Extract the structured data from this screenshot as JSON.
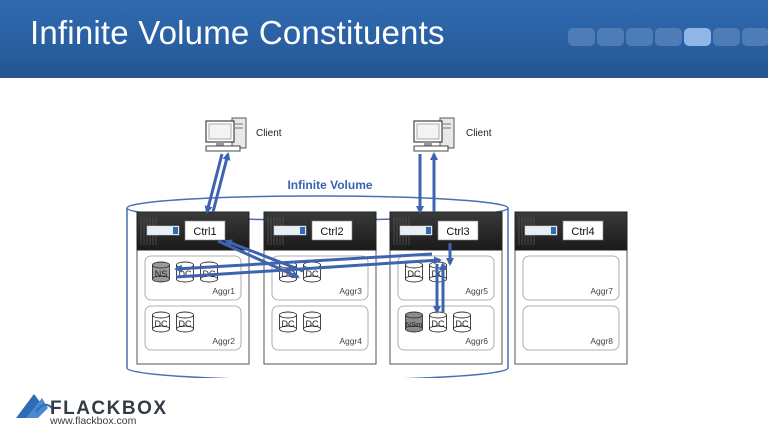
{
  "slide": {
    "title": "Infinite Volume Constituents",
    "nav_dot_count": 7,
    "active_dot_index": 4
  },
  "diagram": {
    "volume_label": "Infinite Volume",
    "client_label": "Client",
    "controllers": [
      {
        "label": "Ctrl1",
        "aggregates": [
          {
            "label": "Aggr1",
            "disks": [
              "NS",
              "DC",
              "DC"
            ]
          },
          {
            "label": "Aggr2",
            "disks": [
              "DC",
              "DC"
            ]
          }
        ]
      },
      {
        "label": "Ctrl2",
        "aggregates": [
          {
            "label": "Aggr3",
            "disks": [
              "DC",
              "DC"
            ]
          },
          {
            "label": "Aggr4",
            "disks": [
              "DC",
              "DC"
            ]
          }
        ]
      },
      {
        "label": "Ctrl3",
        "aggregates": [
          {
            "label": "Aggr5",
            "disks": [
              "DC",
              "DC"
            ]
          },
          {
            "label": "Aggr6",
            "disks": [
              "NSm",
              "DC",
              "DC"
            ]
          }
        ]
      },
      {
        "label": "Ctrl4",
        "aggregates": [
          {
            "label": "Aggr7",
            "disks": []
          },
          {
            "label": "Aggr8",
            "disks": []
          }
        ]
      }
    ]
  },
  "brand": {
    "name": "FLACKBOX",
    "url": "www.flackbox.com"
  },
  "colors": {
    "header": "#2b62a6",
    "arrow": "#3e64b0",
    "cylinder_border": "#4a6fb2",
    "volume_text": "#3b63ad",
    "ns_fill": "#9a9a9a",
    "nsm_fill": "#8a8a8a"
  }
}
